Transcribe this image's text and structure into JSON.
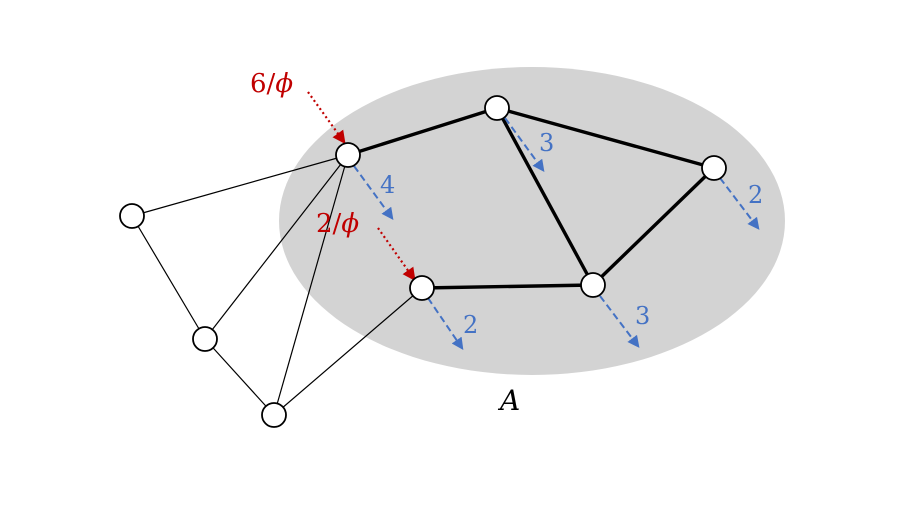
{
  "set_label": "A",
  "region_color": "#d3d3d3",
  "accent_red": "#c00000",
  "accent_blue": "#4472c4",
  "red_labels": [
    {
      "id": "r1",
      "num": "6/",
      "sym": "ϕ"
    },
    {
      "id": "r2",
      "num": "2/",
      "sym": "ϕ"
    }
  ],
  "blue_labels": [
    {
      "id": "b_n1",
      "text": "4"
    },
    {
      "id": "b_n2",
      "text": "3"
    },
    {
      "id": "b_n3",
      "text": "2"
    },
    {
      "id": "b_n4",
      "text": "2"
    },
    {
      "id": "b_n5",
      "text": "3"
    }
  ]
}
